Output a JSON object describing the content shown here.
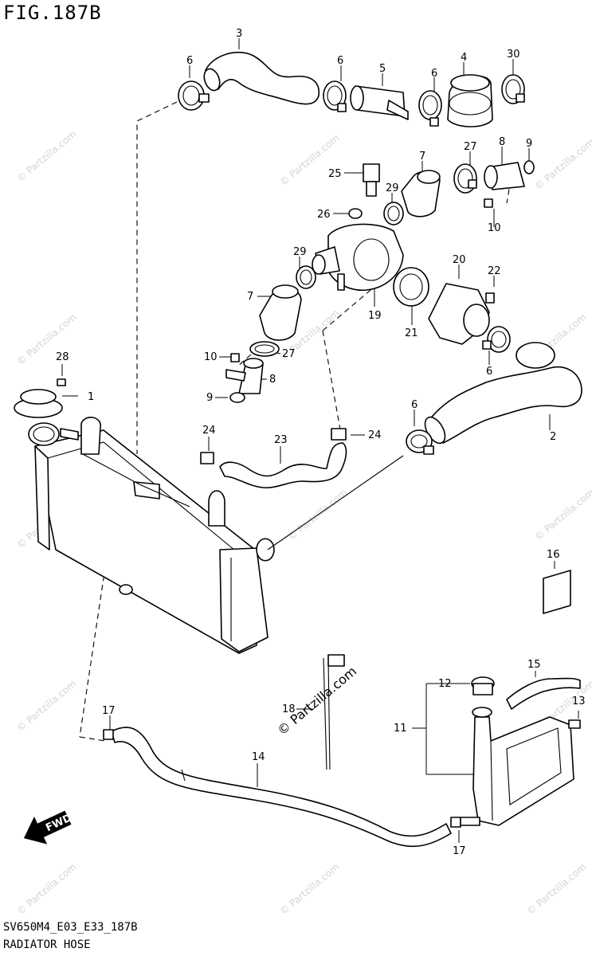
{
  "figure": {
    "title": "FIG.187B",
    "code": "SV650M4_E03_E33_187B",
    "name": "RADIATOR HOSE"
  },
  "watermark": {
    "text": "© Partzilla.com",
    "center_text": "© Partzilla.com"
  },
  "fwd_label": "FWD",
  "callouts": [
    {
      "id": "c3",
      "label": "3"
    },
    {
      "id": "c6a",
      "label": "6"
    },
    {
      "id": "c6b",
      "label": "6"
    },
    {
      "id": "c5",
      "label": "5"
    },
    {
      "id": "c6c",
      "label": "6"
    },
    {
      "id": "c4",
      "label": "4"
    },
    {
      "id": "c30",
      "label": "30"
    },
    {
      "id": "c27a",
      "label": "27"
    },
    {
      "id": "c8a",
      "label": "8"
    },
    {
      "id": "c9a",
      "label": "9"
    },
    {
      "id": "c7a",
      "label": "7"
    },
    {
      "id": "c25",
      "label": "25"
    },
    {
      "id": "c29a",
      "label": "29"
    },
    {
      "id": "c26",
      "label": "26"
    },
    {
      "id": "c10a",
      "label": "10"
    },
    {
      "id": "c29b",
      "label": "29"
    },
    {
      "id": "c20",
      "label": "20"
    },
    {
      "id": "c22",
      "label": "22"
    },
    {
      "id": "c7b",
      "label": "7"
    },
    {
      "id": "c19",
      "label": "19"
    },
    {
      "id": "c21",
      "label": "21"
    },
    {
      "id": "c10b",
      "label": "10"
    },
    {
      "id": "c27b",
      "label": "27"
    },
    {
      "id": "c6d",
      "label": "6"
    },
    {
      "id": "c28",
      "label": "28"
    },
    {
      "id": "c8b",
      "label": "8"
    },
    {
      "id": "c1",
      "label": "1"
    },
    {
      "id": "c9b",
      "label": "9"
    },
    {
      "id": "c6e",
      "label": "6"
    },
    {
      "id": "c2",
      "label": "2"
    },
    {
      "id": "c24a",
      "label": "24"
    },
    {
      "id": "c24b",
      "label": "24"
    },
    {
      "id": "c23",
      "label": "23"
    },
    {
      "id": "c16",
      "label": "16"
    },
    {
      "id": "c15",
      "label": "15"
    },
    {
      "id": "c12",
      "label": "12"
    },
    {
      "id": "c13",
      "label": "13"
    },
    {
      "id": "c17a",
      "label": "17"
    },
    {
      "id": "c18",
      "label": "18"
    },
    {
      "id": "c11",
      "label": "11"
    },
    {
      "id": "c14",
      "label": "14"
    },
    {
      "id": "c17b",
      "label": "17"
    }
  ]
}
